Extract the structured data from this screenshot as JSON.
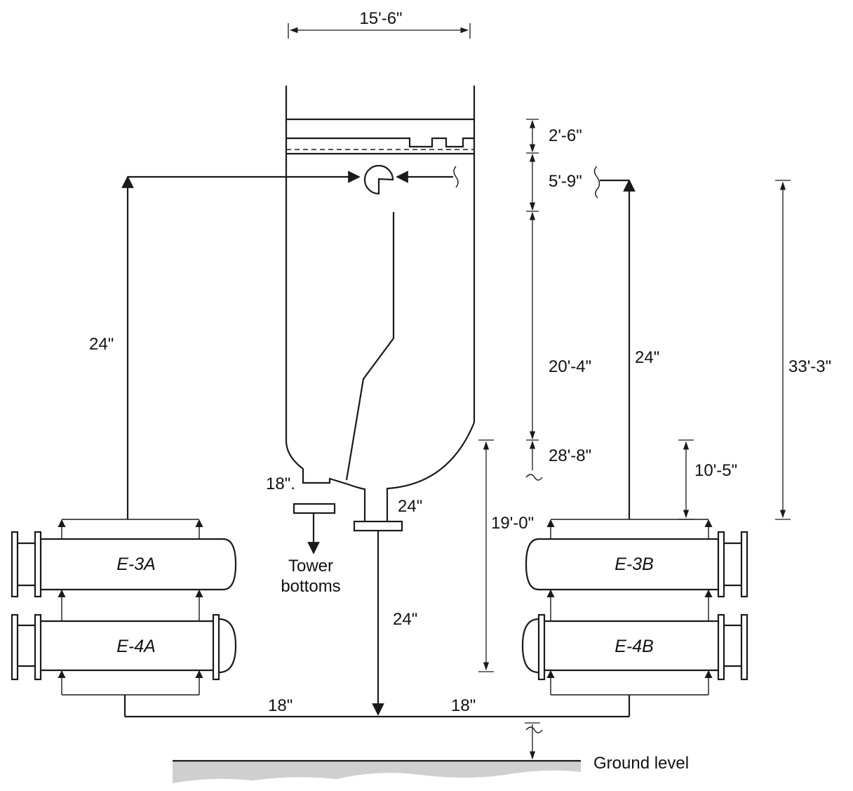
{
  "dimensions": {
    "tower_diameter": "15'-6\"",
    "top_section": "2'-6\"",
    "inlet_section": "5'-9\"",
    "baffle_height": "20'-4\"",
    "lower_height": "28'-8\"",
    "nozzle_to_bottom": "19'-0\"",
    "exchanger_top": "10'-5\"",
    "overall_height": "33'-3\""
  },
  "pipes": {
    "left_riser": "24\"",
    "right_riser": "24\"",
    "bottoms_nozzle": "18\".",
    "draw_nozzle": "24\"",
    "downcomer": "24\"",
    "header_left": "18\"",
    "header_right": "18\""
  },
  "labels": {
    "tower_bottoms_line1": "Tower",
    "tower_bottoms_line2": "bottoms",
    "ground": "Ground level"
  },
  "equipment": {
    "e3a": "E-3A",
    "e4a": "E-4A",
    "e3b": "E-3B",
    "e4b": "E-4B"
  }
}
